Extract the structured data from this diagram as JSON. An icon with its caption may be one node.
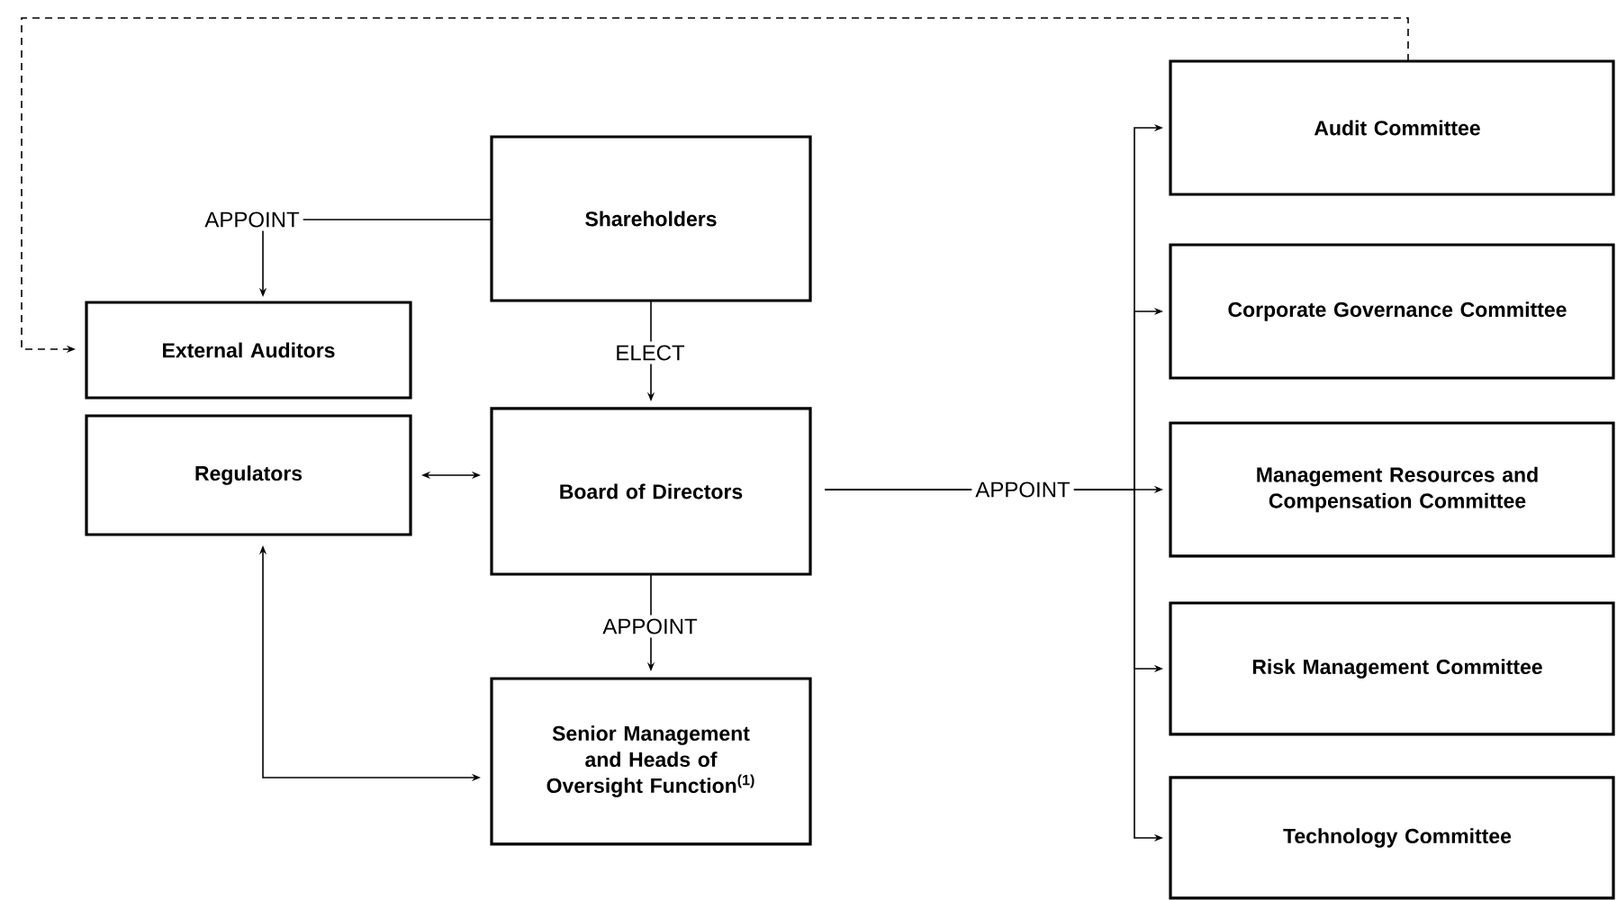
{
  "diagram": {
    "nodes": [
      {
        "text": [
          "Shareholders"
        ]
      },
      {
        "text": [
          "External Auditors"
        ]
      },
      {
        "text": [
          "Regulators"
        ]
      },
      {
        "text": [
          "Board of Directors"
        ]
      },
      {
        "text": [
          "Senior Management and Heads of Oversight Function$^{(1)}$"
        ]
      },
      {
        "text": [
          "Audit Committee"
        ]
      },
      {
        "text": [
          "Corporate Governance Committee"
        ]
      },
      {
        "text": [
          "Management Resources and Compensation Committee"
        ]
      },
      {
        "text": [
          "Risk Management Committee"
        ]
      },
      {
        "text": [
          "Technology Committee"
        ]
      }
    ],
    "edges": [
      {
        "from": 0,
        "to": 1,
        "arrow": "to",
        "label": "APPOINT"
      },
      {
        "from": 0,
        "to": 3,
        "arrow": "to",
        "label": "ELECT"
      },
      {
        "from": 2,
        "to": 3,
        "arrow": "both"
      },
      {
        "from": 3,
        "to": 4,
        "arrow": "to",
        "label": "APPOINT"
      },
      {
        "from": 2,
        "to": 4,
        "arrow": "both"
      },
      {
        "from": 3,
        "to": 5,
        "arrow": "to",
        "label": "APPOINT"
      },
      {
        "from": 3,
        "to": 6,
        "arrow": "to"
      },
      {
        "from": 3,
        "to": 7,
        "arrow": "to"
      },
      {
        "from": 3,
        "to": 8,
        "arrow": "to"
      },
      {
        "from": 3,
        "to": 9,
        "arrow": "to"
      },
      {
        "from": 5,
        "to": 1,
        "arrow": "to",
        "style": "dashed"
      }
    ]
  }
}
